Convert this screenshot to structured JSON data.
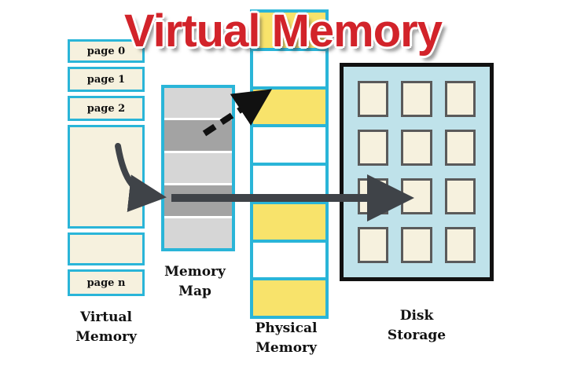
{
  "title": "Virtual Memory",
  "virtual_memory": {
    "caption_line1": "Virtual",
    "caption_line2": "Memory",
    "pages": [
      "page 0",
      "page 1",
      "page 2",
      "page n"
    ]
  },
  "memory_map": {
    "caption_line1": "Memory",
    "caption_line2": "Map"
  },
  "physical_memory": {
    "caption_line1": "Physical",
    "caption_line2": "Memory"
  },
  "disk_storage": {
    "caption_line1": "Disk",
    "caption_line2": "Storage"
  },
  "colors": {
    "title_red": "#d2232a",
    "cyan_border": "#2ab5d8",
    "cream_cell": "#f6f1de",
    "yellow_frame": "#f8e36b",
    "map_gray_light": "#d6d6d6",
    "map_gray_dark": "#a3a3a3",
    "disk_background": "#bfe2ea",
    "arrow_dark": "#3f4348",
    "arrow_black": "#111111"
  }
}
